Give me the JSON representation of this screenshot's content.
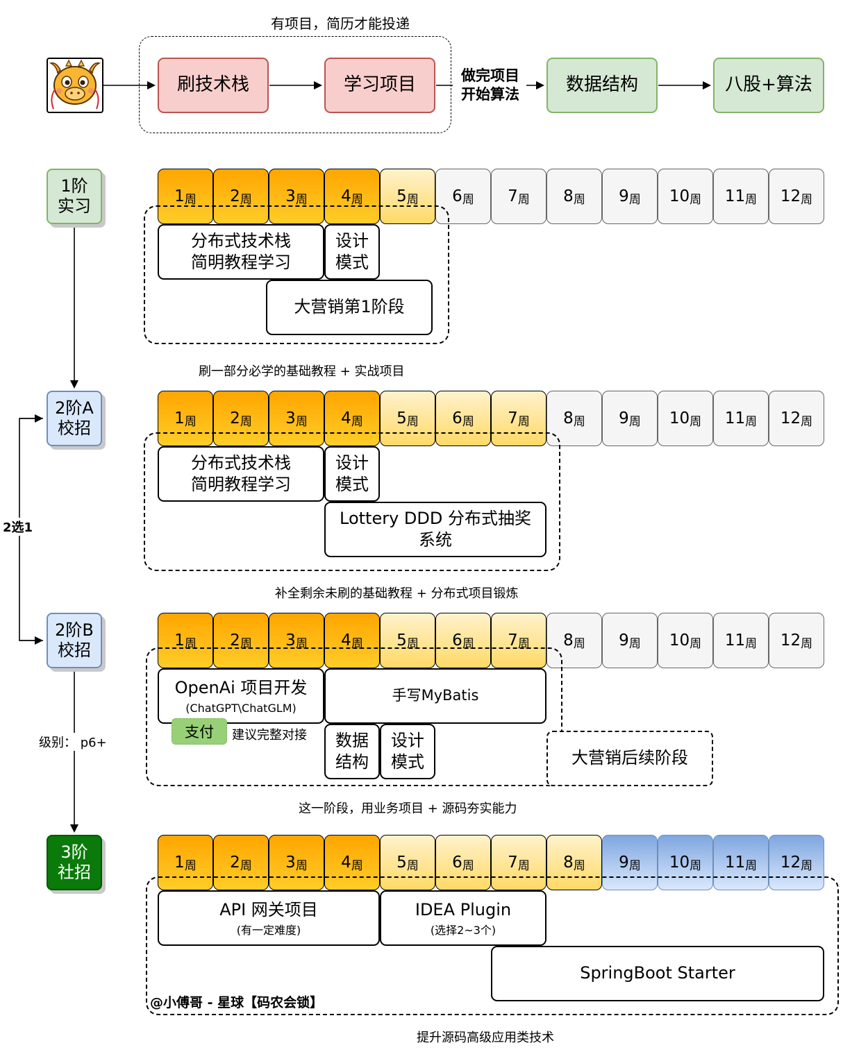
{
  "flow": {
    "caption": "有项目，简历才能投递",
    "steps": [
      "刷技术栈",
      "学习项目",
      "数据结构",
      "八股+算法"
    ],
    "transition_label_1": "做完项目",
    "transition_label_2": "开始算法"
  },
  "week_suffix": "周",
  "levels": [
    {
      "title_1": "1阶",
      "title_2": "实习",
      "weeks": [
        "1",
        "2",
        "3",
        "4",
        "5",
        "6",
        "7",
        "8",
        "9",
        "10",
        "11",
        "12"
      ],
      "week_colors": [
        "orange",
        "orange",
        "orange",
        "orange",
        "yellow",
        "gray",
        "gray",
        "gray",
        "gray",
        "gray",
        "gray",
        "gray"
      ],
      "tasks": [
        {
          "line1": "分布式技术栈",
          "line2": "简明教程学习"
        },
        {
          "line1": "设计",
          "line2": "模式"
        },
        {
          "line1": "大营销第1阶段"
        }
      ],
      "caption": "刷一部分必学的基础教程 + 实战项目"
    },
    {
      "title_1": "2阶A",
      "title_2": "校招",
      "weeks": [
        "1",
        "2",
        "3",
        "4",
        "5",
        "6",
        "7",
        "8",
        "9",
        "10",
        "11",
        "12"
      ],
      "week_colors": [
        "orange",
        "orange",
        "orange",
        "orange",
        "yellow",
        "yellow",
        "yellow",
        "gray",
        "gray",
        "gray",
        "gray",
        "gray"
      ],
      "tasks": [
        {
          "line1": "分布式技术栈",
          "line2": "简明教程学习"
        },
        {
          "line1": "设计",
          "line2": "模式"
        },
        {
          "line1": "Lottery DDD 分布式抽奖",
          "line2": "系统"
        }
      ],
      "caption": "补全剩余未刷的基础教程 + 分布式项目锻炼"
    },
    {
      "title_1": "2阶B",
      "title_2": "校招",
      "weeks": [
        "1",
        "2",
        "3",
        "4",
        "5",
        "6",
        "7",
        "8",
        "9",
        "10",
        "11",
        "12"
      ],
      "week_colors": [
        "orange",
        "orange",
        "orange",
        "orange",
        "yellow",
        "yellow",
        "yellow",
        "gray",
        "gray",
        "gray",
        "gray",
        "gray"
      ],
      "tasks": [
        {
          "line1": "OpenAi 项目开发",
          "sub": "(ChatGPT\\ChatGLM)"
        },
        {
          "line1": "手写MyBatis"
        },
        {
          "line1": "数据",
          "line2": "结构"
        },
        {
          "line1": "设计",
          "line2": "模式"
        },
        {
          "line1": "大营销后续阶段"
        }
      ],
      "pay_tag": "支付",
      "pay_note": "建议完整对接",
      "caption": "这一阶段，用业务项目 + 源码夯实能力"
    },
    {
      "title_1": "3阶",
      "title_2": "社招",
      "weeks": [
        "1",
        "2",
        "3",
        "4",
        "5",
        "6",
        "7",
        "8",
        "9",
        "10",
        "11",
        "12"
      ],
      "week_colors": [
        "orange",
        "orange",
        "orange",
        "orange",
        "yellow",
        "yellow",
        "yellow",
        "yellow",
        "blue",
        "blue",
        "blue",
        "blue"
      ],
      "tasks": [
        {
          "line1": "API 网关项目",
          "sub": "(有一定难度)"
        },
        {
          "line1": "IDEA Plugin",
          "sub": "(选择2~3个)"
        },
        {
          "line1": "SpringBoot Starter"
        }
      ],
      "watermark": "@小傅哥 - 星球【码农会锁】",
      "caption": "提升源码高级应用类技术"
    }
  ],
  "side": {
    "choice_label": "2选1",
    "level_label": "级别： p6+"
  },
  "colors": {
    "orange": "#ffa500",
    "yellow": "#ffd966",
    "gray": "#f5f5f5",
    "blue": "#7ea6e0",
    "pink": "#f8cecc",
    "green": "#d5e8d4",
    "dark_green": "#0a7a0a"
  }
}
